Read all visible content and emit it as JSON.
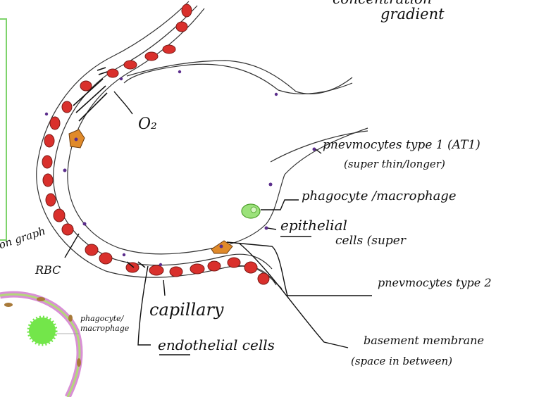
{
  "labels": {
    "top_partial": "concentration",
    "gradient": "gradient",
    "o2": "O₂",
    "at1_line1": "pnevmocytes type 1 (AT1)",
    "at1_line2": "(super thin/longer)",
    "phagocyte_macrophage": "phagocyte /macrophage",
    "epithelial": "epithelial",
    "cells_super": "cells (super",
    "at2": "pnevmocytes type 2",
    "capillary": "capillary",
    "endothelial_cells": "endothelial cells",
    "basement_line1": "basement membrane",
    "basement_line2": "(space in between)",
    "rbc": "RBC",
    "on_graph": "on graph",
    "inset_phagocyte_line1": "phagocyte/",
    "inset_phagocyte_line2": "macrophage"
  },
  "colors": {
    "rbc_fill": "#d9302c",
    "rbc_stroke": "#7a1a16",
    "type2_cell": "#e08a2a",
    "macrophage": "#9be27a",
    "nucleus": "#5b2d8c",
    "inset_membrane": "#d98fd6",
    "inset_wall": "#b3d87a",
    "inset_phagocyte": "#73e64a",
    "green_frame": "#7ed36b"
  }
}
